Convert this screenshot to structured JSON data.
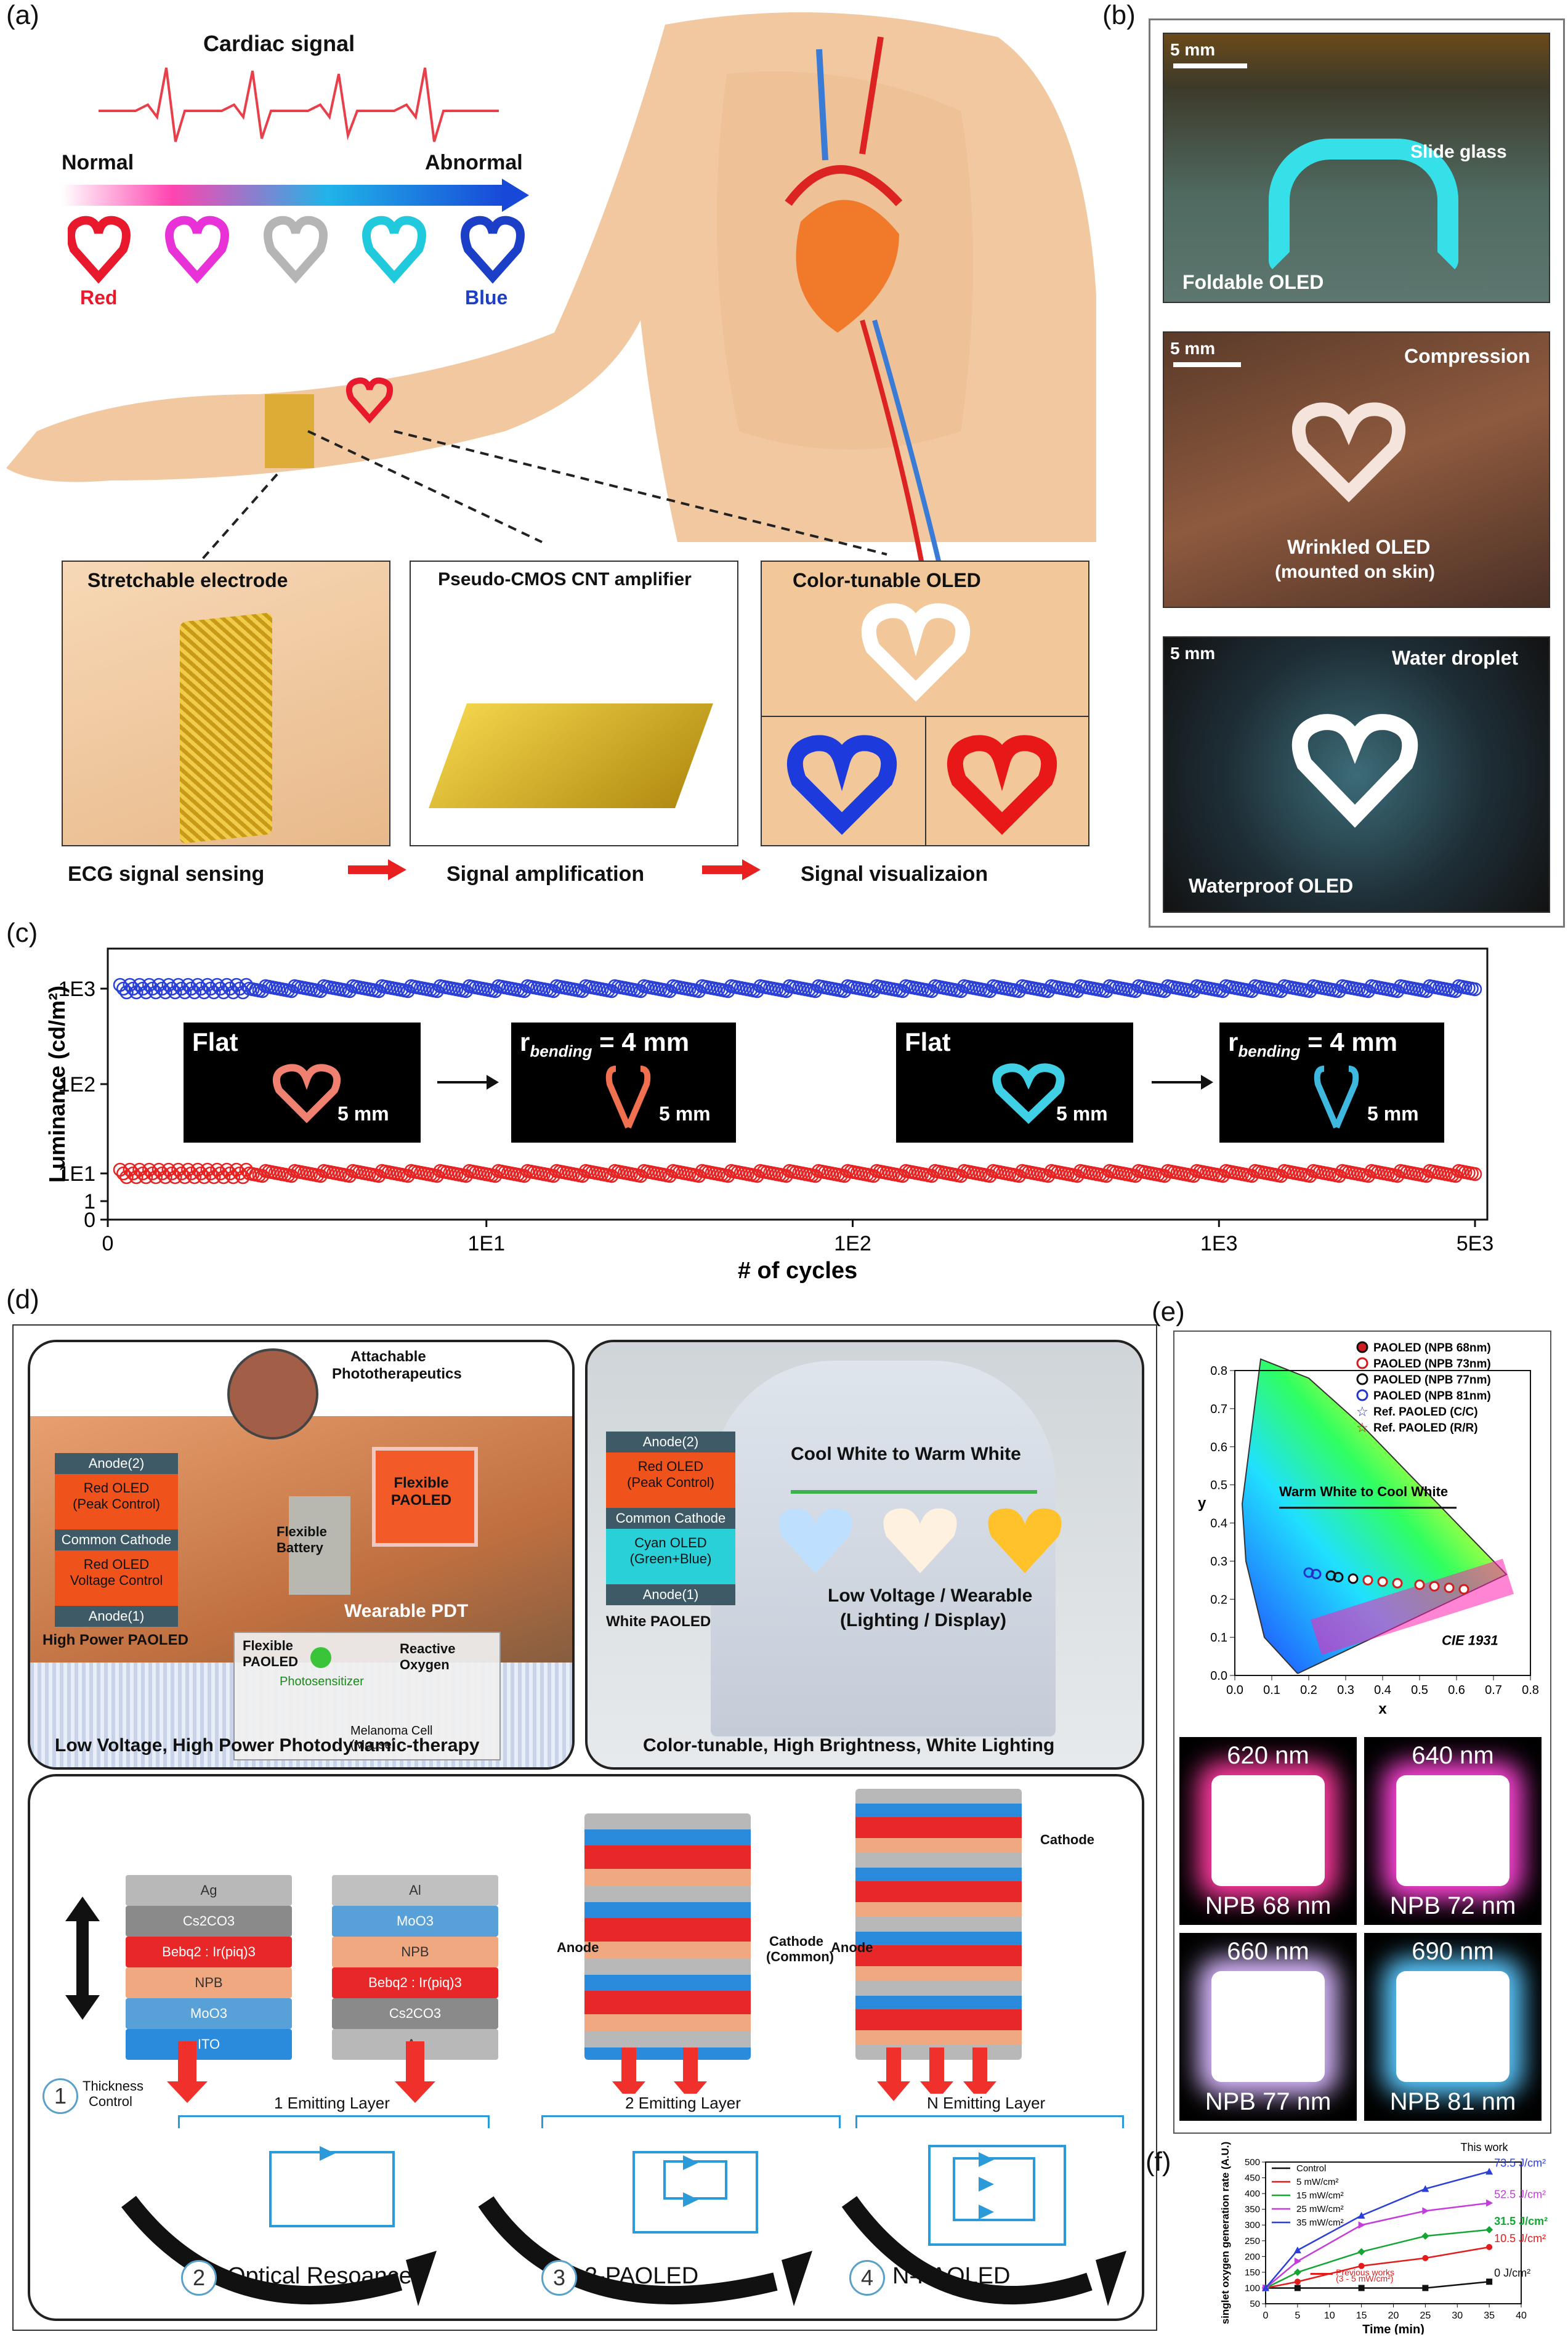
{
  "panel_labels": {
    "a": "(a)",
    "b": "(b)",
    "c": "(c)",
    "d": "(d)",
    "e": "(e)",
    "f": "(f)"
  },
  "panel_a": {
    "cardiac_signal": "Cardiac signal",
    "normal": "Normal",
    "abnormal": "Abnormal",
    "red": "Red",
    "blue": "Blue",
    "box1_title": "Stretchable electrode",
    "box2_title": "Pseudo-CMOS CNT amplifier",
    "box3_title": "Color-tunable OLED",
    "step1": "ECG signal sensing",
    "step2": "Signal amplification",
    "step3": "Signal visualizaion",
    "heart_colors": [
      "#e8192c",
      "#e832d8",
      "#b5b5b5",
      "#20c9dc",
      "#1c3fc8"
    ]
  },
  "panel_b": {
    "scale1": "5 mm",
    "slide_glass": "Slide glass",
    "foldable": "Foldable OLED",
    "scale2": "5 mm",
    "compression": "Compression",
    "wrinkled": "Wrinkled OLED",
    "wrinkled_sub": "(mounted on skin)",
    "scale3": "5 mm",
    "droplet": "Water droplet",
    "waterproof": "Waterproof OLED"
  },
  "panel_c": {
    "ylabel": "Luminance (cd/m²)",
    "xlabel": "# of cycles",
    "y_ticks": [
      "1E3",
      "1E2",
      "1E1",
      "1",
      "0"
    ],
    "x_ticks": [
      "0",
      "1E1",
      "1E2",
      "1E3",
      "5E3"
    ],
    "inset_flat": "Flat",
    "inset_bend": "r",
    "inset_bend_sub": "bending",
    "inset_bend_val": "= 4 mm",
    "inset_scale": "5 mm",
    "chart_data": {
      "type": "scatter",
      "x_scale": "log",
      "xlim": [
        0,
        5000
      ],
      "series": [
        {
          "color": "#2a3fd6",
          "level": "1E3",
          "values_approx": 1300
        },
        {
          "color": "#e62222",
          "level": "1E1",
          "values_approx": 8
        }
      ]
    }
  },
  "panel_d": {
    "attachable": "Attachable",
    "phototherapeutics": "Phototherapeutics",
    "anode2": "Anode(2)",
    "red_oled_peak": "Red OLED",
    "peak_control": "(Peak Control)",
    "common_cathode": "Common Cathode",
    "red_oled_volt": "Red OLED",
    "voltage_control": "Voltage Control",
    "anode1": "Anode(1)",
    "high_power": "High Power PAOLED",
    "flexible_battery": "Flexible Battery",
    "flexible_paoled": "Flexible PAOLED",
    "wearable_pdt": "Wearable PDT",
    "flexible_paoled2": "Flexible PAOLED",
    "photosensitizer": "Photosensitizer",
    "reactive_oxygen": "Reactive Oxygen",
    "melanoma": "Melanoma Cell (Mouse)",
    "left_caption": "Low Voltage, High Power Photodynamic-therapy",
    "cyan_oled": "Cyan OLED",
    "green_blue": "(Green+Blue)",
    "white_paoled": "White PAOLED",
    "cool_warm": "Cool White to Warm White",
    "low_voltage": "Low Voltage / Wearable",
    "lighting_display": "(Lighting / Display)",
    "right_caption": "Color-tunable, High Brightness, White Lighting",
    "stack1_layers": [
      "Ag",
      "Cs2CO3",
      "Bebq2 : Ir(piq)3",
      "NPB",
      "MoO3",
      "ITO"
    ],
    "stack2_layers": [
      "Al",
      "MoO3",
      "NPB",
      "Bebq2 : Ir(piq)3",
      "Cs2CO3",
      "Ag"
    ],
    "thickness": "Thickness",
    "control": "Control",
    "emit1": "1 Emitting Layer",
    "emit2": "2 Emitting Layer",
    "emitN": "N Emitting Layer",
    "anode": "Anode",
    "cathode": "Cathode",
    "common": "(Common)",
    "step1_n": "1",
    "step2_n": "2",
    "step3_n": "3",
    "step4_n": "4",
    "optical": "Optical Resoance",
    "two_paoled": "2-PAOLED",
    "n_paoled": "N-PAOLED"
  },
  "panel_e": {
    "legend": [
      "PAOLED (NPB 68nm)",
      "PAOLED (NPB 73nm)",
      "PAOLED (NPB 77nm)",
      "PAOLED (NPB 81nm)",
      "Ref. PAOLED (C/C)",
      "Ref. PAOLED (R/R)"
    ],
    "legend_colors": [
      "#d01c1c",
      "#d01c1c",
      "#111111",
      "#2233cc",
      "#2233cc",
      "#d01c1c"
    ],
    "warm_cool": "Warm White to Cool White",
    "cie": "CIE 1931",
    "xlabel": "x",
    "ylabel": "y",
    "x_ticks": [
      "0.0",
      "0.1",
      "0.2",
      "0.3",
      "0.4",
      "0.5",
      "0.6",
      "0.7",
      "0.8"
    ],
    "y_ticks": [
      "0.8",
      "0.7",
      "0.6",
      "0.5",
      "0.4",
      "0.3",
      "0.2",
      "0.1",
      "0.0"
    ],
    "squares": [
      {
        "wl": "620 nm",
        "npb": "NPB 68 nm",
        "glow": "#ff3aa0"
      },
      {
        "wl": "640 nm",
        "npb": "NPB 72 nm",
        "glow": "#ff44d8"
      },
      {
        "wl": "660 nm",
        "npb": "NPB 77 nm",
        "glow": "#d8b8ff"
      },
      {
        "wl": "690 nm",
        "npb": "NPB 81 nm",
        "glow": "#5ac8ff"
      }
    ]
  },
  "panel_f": {
    "this_work": "This work",
    "ylabel": "singlet oxygen generation rate (A.U.)",
    "xlabel": "Time (min)",
    "previous": "Previous works",
    "previous_sub": "(3 - 5 mW/cm²)",
    "chart_data": {
      "type": "line",
      "x": [
        0,
        5,
        15,
        25,
        35
      ],
      "xlim": [
        0,
        40
      ],
      "ylim": [
        50,
        500
      ],
      "x_ticks": [
        "0",
        "5",
        "10",
        "15",
        "20",
        "25",
        "30",
        "35",
        "40"
      ],
      "y_ticks": [
        "50",
        "100",
        "150",
        "200",
        "250",
        "300",
        "350",
        "400",
        "450",
        "500"
      ],
      "series": [
        {
          "name": "Control",
          "color": "#111111",
          "marker": "square",
          "values": [
            100,
            100,
            100,
            100,
            120
          ],
          "end_label": "0 J/cm²"
        },
        {
          "name": "5 mW/cm²",
          "color": "#e31b1b",
          "marker": "circle",
          "values": [
            100,
            120,
            170,
            195,
            230
          ],
          "end_label": "10.5 J/cm²"
        },
        {
          "name": "15 mW/cm²",
          "color": "#15a535",
          "marker": "diamond",
          "values": [
            100,
            150,
            215,
            265,
            285
          ],
          "end_label": "31.5 J/cm²"
        },
        {
          "name": "25 mW/cm²",
          "color": "#c43cdc",
          "marker": "triangle-right",
          "values": [
            100,
            185,
            300,
            345,
            370
          ],
          "end_label": "52.5 J/cm²"
        },
        {
          "name": "35 mW/cm²",
          "color": "#2a3ed8",
          "marker": "triangle-up",
          "values": [
            100,
            220,
            330,
            415,
            470
          ],
          "end_label": "73.5 J/cm²"
        }
      ]
    }
  }
}
